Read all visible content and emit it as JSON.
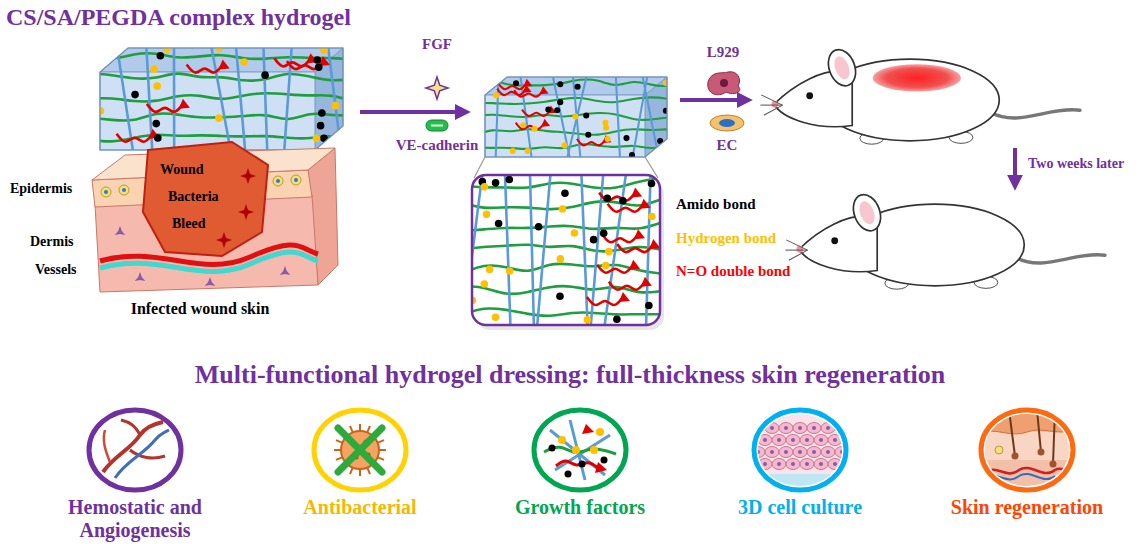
{
  "diagram": {
    "title": "CS/SA/PEGDA complex hydrogel",
    "nodes": [
      {
        "text": [
          "Hemostatic and Angiogenesis"
        ]
      },
      {
        "text": [
          "Antibacterial"
        ]
      },
      {
        "text": [
          "Growth factors"
        ]
      },
      {
        "text": [
          "3D cell culture"
        ]
      },
      {
        "text": [
          "Skin regeneration"
        ]
      }
    ],
    "labels": [
      "FGF",
      "VE-cadherin",
      "L929",
      "EC",
      "Two weeks later",
      "Epidermis",
      "Wound",
      "Bacteria",
      "Bleed",
      "Dermis",
      "Vessels",
      "Infected wound skin",
      "Amido bond",
      "Hydrogen bond",
      "N=O double bond",
      "Multi-functional hydrogel dressing: full-thickness skin regeneration"
    ]
  }
}
